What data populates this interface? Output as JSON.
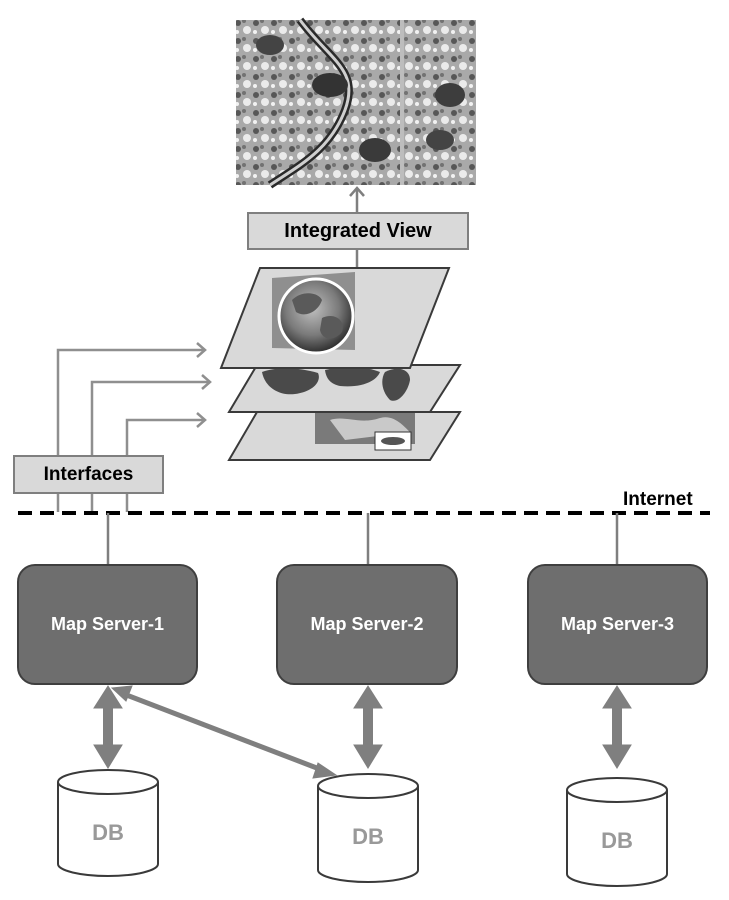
{
  "diagram": {
    "integrated_view_label": "Integrated View",
    "interfaces_label": "Interfaces",
    "internet_label": "Internet",
    "servers": [
      {
        "label": "Map Server-1"
      },
      {
        "label": "Map Server-2"
      },
      {
        "label": "Map Server-3"
      }
    ],
    "databases": [
      {
        "label": "DB"
      },
      {
        "label": "DB"
      },
      {
        "label": "DB"
      }
    ]
  },
  "colors": {
    "server_fill": "#6e6e6e",
    "connector": "#7f7f7f",
    "box_fill": "#d9d9d9",
    "layer_fill": "#d9d9d9"
  }
}
